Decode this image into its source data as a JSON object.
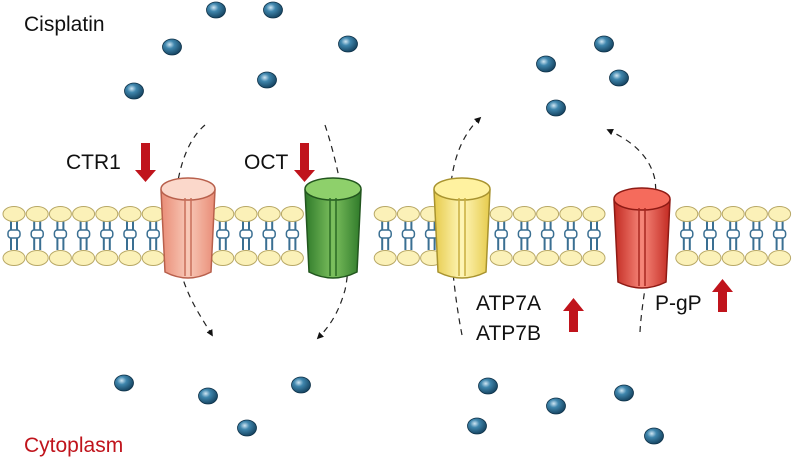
{
  "labels": {
    "extracellular": "Cisplatin",
    "intracellular": "Cytoplasm",
    "ctr1": "CTR1",
    "oct": "OCT",
    "atp7a": "ATP7A",
    "atp7b": "ATP7B",
    "pgp": "P-gP"
  },
  "transporters": [
    {
      "id": "ctr1",
      "expression": "down",
      "direction": "influx",
      "color": "#f2a48e"
    },
    {
      "id": "oct",
      "expression": "down",
      "direction": "influx",
      "color": "#4f9a3d"
    },
    {
      "id": "atp7",
      "expression": "up",
      "direction": "efflux",
      "color": "#f6e27a"
    },
    {
      "id": "pgp",
      "expression": "up",
      "direction": "efflux",
      "color": "#e44a3c"
    }
  ],
  "colors": {
    "arrow": "#c0141c",
    "membrane_head": "#fbf1b8",
    "membrane_head_stroke": "#b8a866",
    "membrane_tail": "#3a6f92",
    "molecule": "#1f5b80",
    "cytoplasm_text": "#c0141c"
  }
}
